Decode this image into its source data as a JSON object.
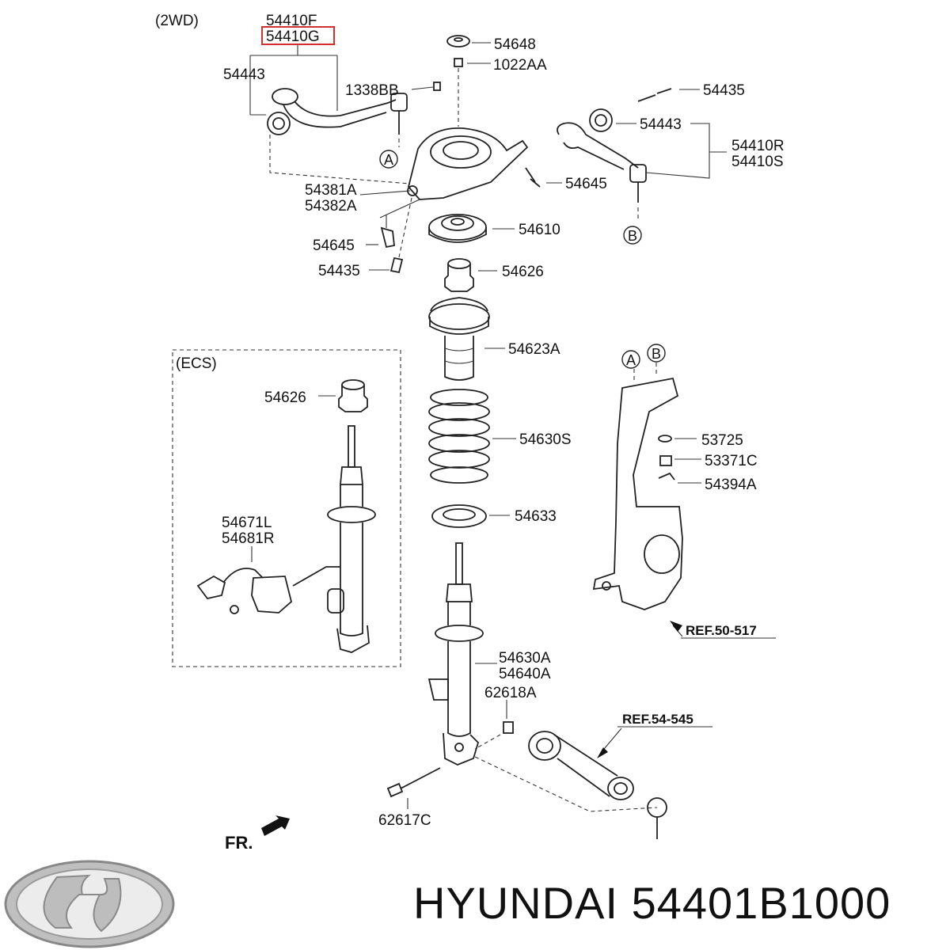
{
  "header": {
    "variant_2wd": "(2WD)",
    "variant_ecs": "(ECS)"
  },
  "highlight_color": "#d03030",
  "callouts": {
    "p54410F": "54410F",
    "p54410G": "54410G",
    "p54443_left": "54443",
    "p1338BB": "1338BB",
    "p54648": "54648",
    "p1022AA": "1022AA",
    "p54435_top": "54435",
    "p54443_right": "54443",
    "p54410R": "54410R",
    "p54410S": "54410S",
    "p54381A": "54381A",
    "p54382A": "54382A",
    "p54645_right": "54645",
    "p54645_left": "54645",
    "p54610": "54610",
    "p54435_left": "54435",
    "p54626": "54626",
    "p54623A": "54623A",
    "p54626_ecs": "54626",
    "p54630S": "54630S",
    "p53725": "53725",
    "p53371C": "53371C",
    "p54394A": "54394A",
    "p54671L": "54671L",
    "p54681R": "54681R",
    "p54633": "54633",
    "p54630A": "54630A",
    "p54640A": "54640A",
    "p62618A": "62618A",
    "p62617C": "62617C"
  },
  "markers": {
    "a": "A",
    "b": "B"
  },
  "references": {
    "knuckle": "REF.50-517",
    "lower_arm": "REF.54-545"
  },
  "direction": "FR.",
  "footer": {
    "brand": "HYUNDAI",
    "part_number": "54401B1000",
    "logo_icon": "hyundai-logo-icon"
  }
}
